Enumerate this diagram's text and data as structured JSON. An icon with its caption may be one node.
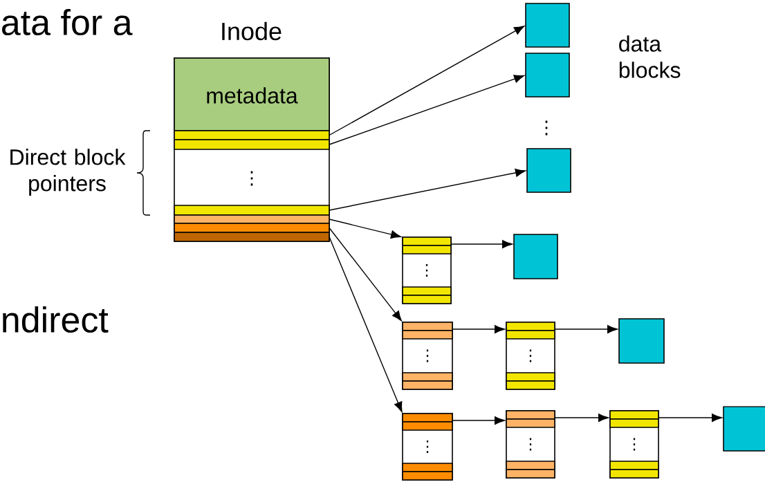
{
  "diagram": {
    "nodes": [
      {
        "text": [
          "Inode",
          "metadata",
          "⋮"
        ]
      },
      {
        "text": [],
        "shape": "bar",
        "in": 0
      },
      {
        "text": [],
        "shape": "bar",
        "in": 0
      },
      {
        "text": [],
        "shape": "bar",
        "in": 0
      },
      {
        "text": [],
        "shape": "bar",
        "in": 0
      },
      {
        "text": [],
        "shape": "bar",
        "in": 0
      },
      {
        "text": [],
        "shape": "bar",
        "in": 0
      },
      {
        "text": [],
        "shape": "box"
      },
      {
        "text": [],
        "shape": "box"
      },
      {
        "text": [],
        "shape": "box"
      },
      {
        "text": [
          "⋮"
        ]
      },
      {
        "text": [],
        "shape": "box"
      },
      {
        "text": [
          "⋮"
        ]
      },
      {
        "text": [
          "⋮"
        ]
      },
      {
        "text": [],
        "shape": "box"
      },
      {
        "text": [
          "⋮"
        ]
      },
      {
        "text": [
          "⋮"
        ]
      },
      {
        "text": [
          "⋮"
        ]
      },
      {
        "text": [],
        "shape": "box"
      }
    ],
    "edges": [
      {
        "from": 1,
        "to": 7,
        "arrow": "to"
      },
      {
        "from": 2,
        "to": 8,
        "arrow": "to"
      },
      {
        "from": 3,
        "to": 9,
        "arrow": "to"
      },
      {
        "from": 4,
        "to": 10,
        "arrow": "to"
      },
      {
        "from": 5,
        "to": 12,
        "arrow": "to"
      },
      {
        "from": 6,
        "to": 15,
        "arrow": "to"
      },
      {
        "from": 10,
        "to": 11,
        "arrow": "to"
      },
      {
        "from": 12,
        "to": 13,
        "arrow": "to"
      },
      {
        "from": 13,
        "to": 14,
        "arrow": "to"
      },
      {
        "from": 15,
        "to": 16,
        "arrow": "to"
      },
      {
        "from": 16,
        "to": 17,
        "arrow": "to"
      },
      {
        "from": 17,
        "to": 18,
        "arrow": "to"
      }
    ],
    "labels": [
      "ata for a",
      "data blocks",
      "⋮",
      "Direct block pointers",
      "ndirect"
    ]
  }
}
